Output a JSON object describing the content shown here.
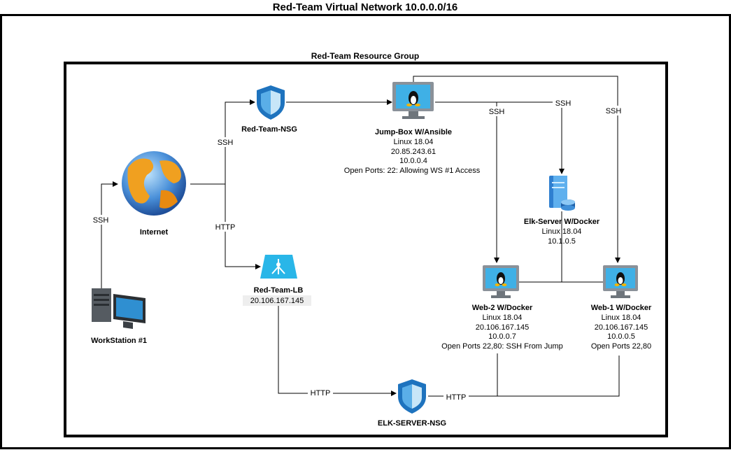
{
  "title": "Red-Team Virtual Network 10.0.0.0/16",
  "group_label": "Red-Team Resource Group",
  "nodes": {
    "nsg": {
      "name": "Red-Team-NSG",
      "icon": "shield-icon"
    },
    "jumpbox": {
      "name": "Jump-Box W/Ansible",
      "lines": [
        "Linux 18.04",
        "20.85.243.61",
        "10.0.0.4",
        "Open Ports: 22: Allowing WS #1 Access"
      ],
      "icon": "linux-monitor-icon"
    },
    "internet": {
      "name": "Internet",
      "icon": "globe-icon"
    },
    "workstation": {
      "name": "WorkStation #1",
      "icon": "workstation-icon"
    },
    "lb": {
      "name": "Red-Team-LB",
      "lines": [
        "20.106.167.145"
      ],
      "icon": "load-balancer-icon"
    },
    "elk": {
      "name": "Elk-Server W/Docker",
      "lines": [
        "Linux 18.04",
        "10.1.0.5"
      ],
      "icon": "server-icon"
    },
    "web2": {
      "name": "Web-2 W/Docker",
      "lines": [
        "Linux 18.04",
        "20.106.167.145",
        "10.0.0.7",
        "Open Ports 22,80: SSH From Jump"
      ],
      "icon": "linux-monitor-icon"
    },
    "web1": {
      "name": "Web-1 W/Docker",
      "lines": [
        "Linux 18.04",
        "20.106.167.145",
        "10.0.0.5",
        "Open Ports 22,80"
      ],
      "icon": "linux-monitor-icon"
    },
    "elknsg": {
      "name": "ELK-SERVER-NSG",
      "icon": "shield-icon"
    }
  },
  "edge_labels": {
    "ws_ssh": "SSH",
    "nsg_ssh": "SSH",
    "lb_http": "HTTP",
    "jump_web2_ssh": "SSH",
    "jump_elk_ssh": "SSH",
    "jump_web1_ssh": "SSH",
    "lb_elknsg_http": "HTTP",
    "elknsg_http": "HTTP"
  },
  "colors": {
    "azure_blue": "#1e73be",
    "lb_cyan": "#29b6e8",
    "monitor_gray": "#8a9199",
    "screen_blue": "#3fb0e6"
  }
}
